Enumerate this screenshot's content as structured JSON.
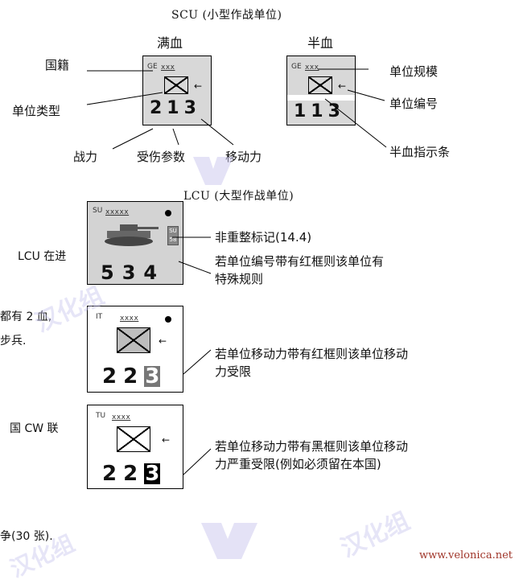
{
  "scu_title": "SCU (小型作战单位)",
  "full_strength": "满血",
  "half_strength": "半血",
  "scu_full": {
    "nationality": "GE",
    "size": "xxx",
    "stats": "213"
  },
  "scu_half": {
    "nationality": "GE",
    "size": "xxx",
    "stats": "113"
  },
  "labels": {
    "nationality": "国籍",
    "unit_type": "单位类型",
    "combat_strength": "战力",
    "damage_factor": "受伤参数",
    "movement": "移动力",
    "unit_size": "单位规模",
    "unit_id": "单位编号",
    "half_bar": "半血指示条"
  },
  "lcu_title": "LCU (大型作战单位)",
  "lcu_su": {
    "nationality": "SU",
    "size": "xxxxx",
    "stats": [
      "5",
      "3",
      "4"
    ]
  },
  "lcu_it": {
    "nationality": "IT",
    "size": "xxxx",
    "stats": [
      "2",
      "2",
      "3"
    ]
  },
  "lcu_tu": {
    "nationality": "TU",
    "size": "xxxx",
    "stats": [
      "2",
      "2",
      "3"
    ]
  },
  "notes": {
    "non_reorg": "非重整标记(14.4)",
    "red_id_line1": "若单位编号带有红框则该单位有",
    "red_id_line2": "特殊规则",
    "red_mp_line1": "若单位移动力带有红框则该单位移动",
    "red_mp_line2": "力受限",
    "black_mp_line1": "若单位移动力带有黑框则该单位移动",
    "black_mp_line2": "力严重受限(例如必须留在本国)"
  },
  "left_fragments": {
    "frag1": "LCU 在进",
    "frag2": "都有 2 血,",
    "frag3": "步兵.",
    "frag4": "国 CW 联",
    "frag5": "争(30 张)."
  },
  "website": "www.velonica.net",
  "watermark": "汉化组"
}
